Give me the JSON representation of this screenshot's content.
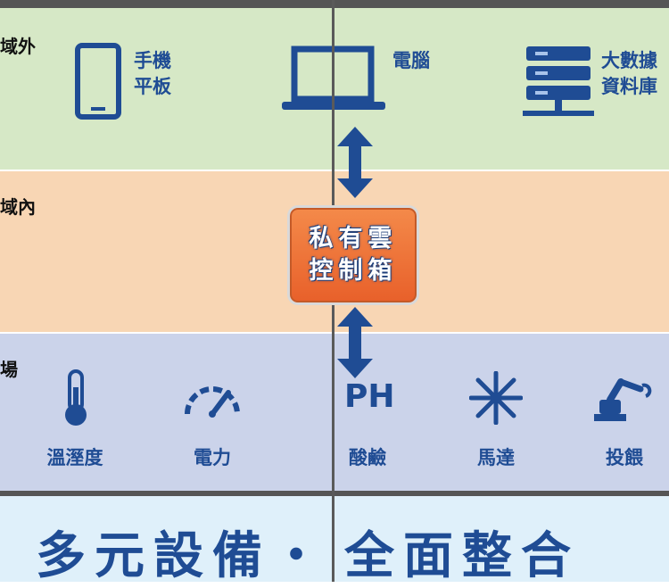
{
  "zones": {
    "outer": "域外",
    "inner": "域內",
    "field": "場"
  },
  "devices": {
    "mobile": "手機\n平板",
    "computer": "電腦",
    "bigdata": "大數據\n資料庫"
  },
  "center_box": {
    "line1": "私有雲",
    "line2": "控制箱"
  },
  "sensors": {
    "temperature": "溫溼度",
    "power": "電力",
    "ph_symbol": "PH",
    "ph_label": "酸鹼",
    "motor": "馬達",
    "feeder": "投餵"
  },
  "footer": {
    "left": "多元設備・",
    "right": "全面整合"
  },
  "colors": {
    "outer_band": "#d6e8c6",
    "inner_band": "#f8d6b4",
    "field_band": "#cbd3ea",
    "icon_blue": "#1f4c94",
    "box_orange": "#e8602a"
  }
}
